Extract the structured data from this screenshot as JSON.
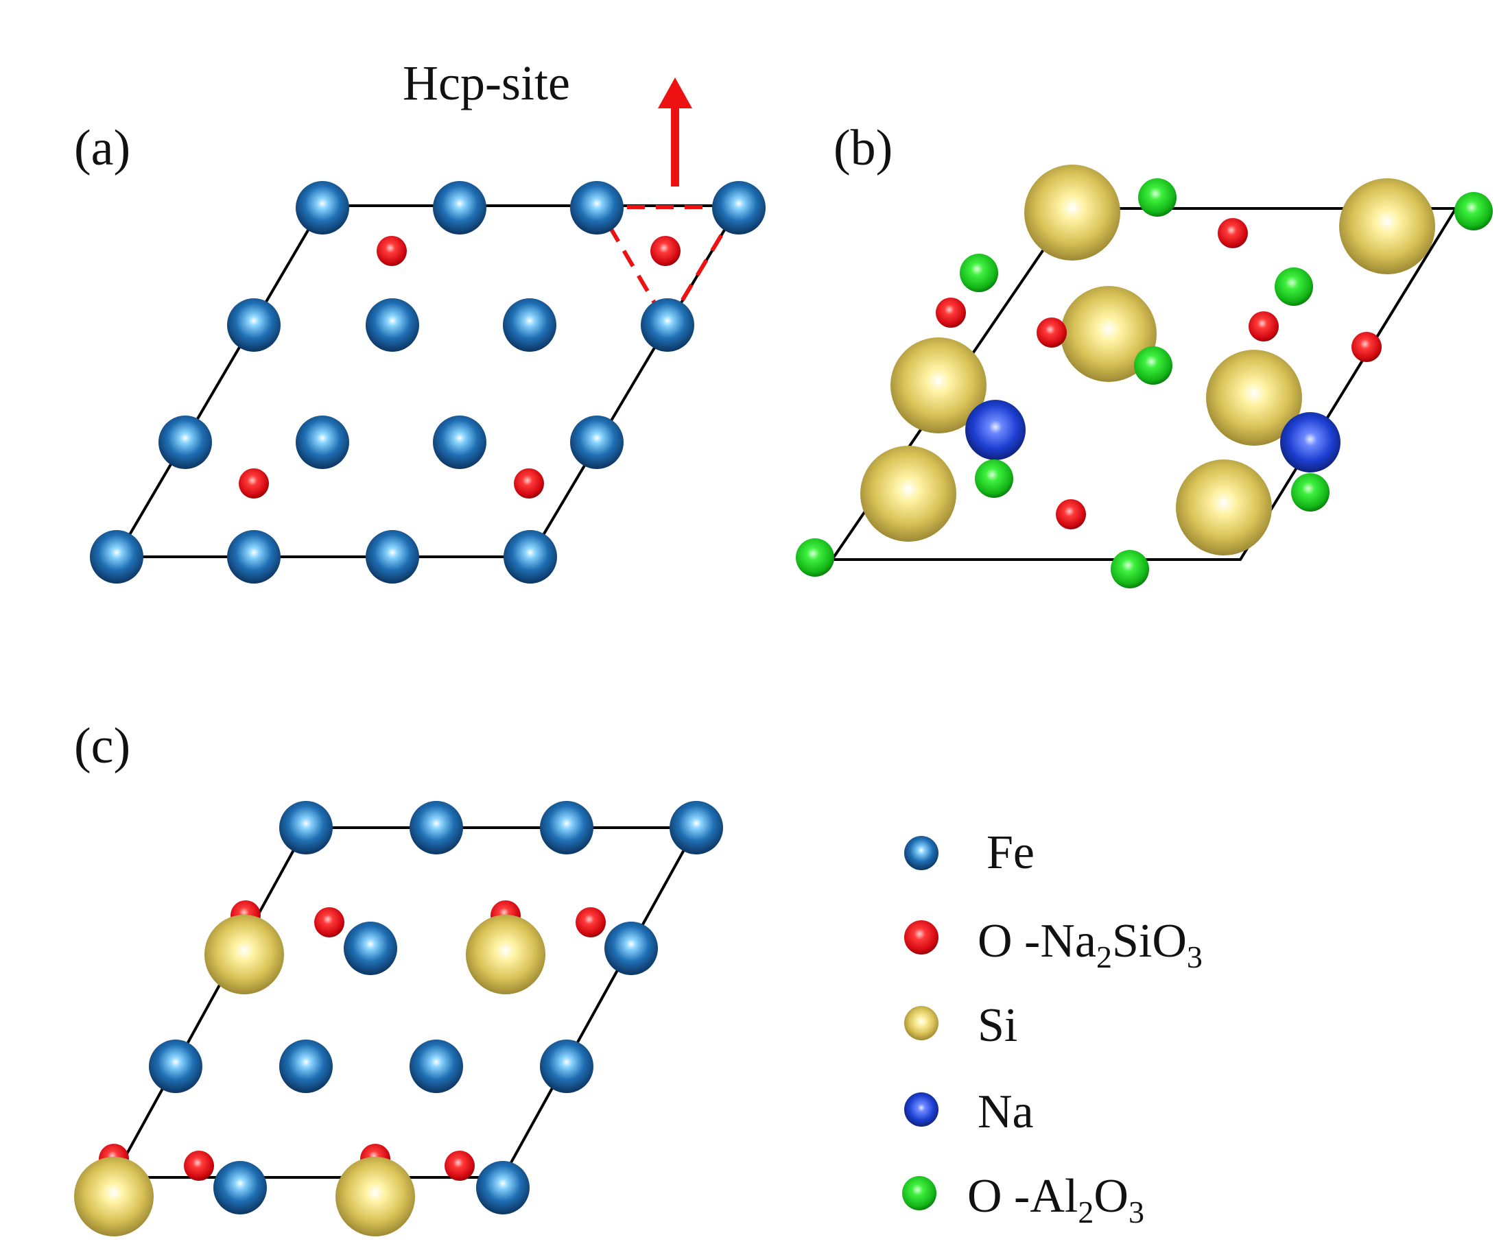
{
  "annotation": {
    "label": "Hcp-site"
  },
  "panels": [
    {
      "id": "a",
      "label": "(a)"
    },
    {
      "id": "b",
      "label": "(b)"
    },
    {
      "id": "c",
      "label": "(c)"
    }
  ],
  "legend": [
    {
      "key": "fe",
      "label": "Fe",
      "color": "#1f6fb4"
    },
    {
      "key": "o_na2sio3",
      "label": "O -Na",
      "sub1": "2",
      "mid": "SiO",
      "sub2": "3",
      "color": "#e8141e"
    },
    {
      "key": "si",
      "label": "Si",
      "color": "#d9c257"
    },
    {
      "key": "na",
      "label": "Na",
      "color": "#1d3fd1"
    },
    {
      "key": "o_al2o3",
      "label": "O -Al",
      "sub1": "2",
      "mid": "O",
      "sub2": "3",
      "color": "#18c41b"
    }
  ]
}
